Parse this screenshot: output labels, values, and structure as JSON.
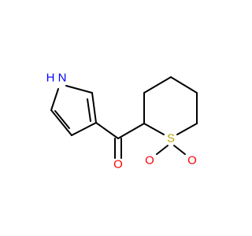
{
  "molecule": {
    "atoms": {
      "nh_n": "N",
      "nh_h": "H",
      "carbonyl_o": "O",
      "sulfur": "S",
      "sulfonyl_o1": "O",
      "sulfonyl_o2": "O"
    }
  },
  "colors": {
    "bond": "#000000",
    "nitrogen": "#0000ff",
    "oxygen": "#ff0000",
    "sulfur": "#b8a800"
  }
}
